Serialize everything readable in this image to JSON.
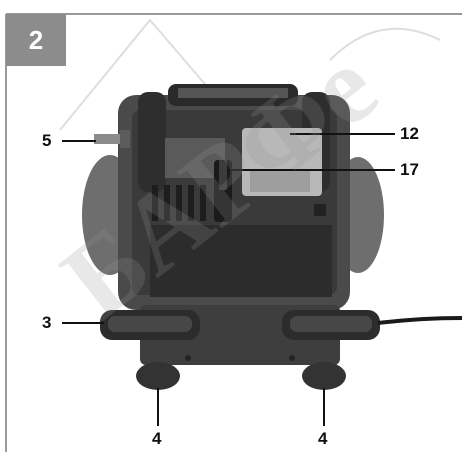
{
  "figure": {
    "number": "2"
  },
  "callouts": [
    {
      "id": "5",
      "label": "5"
    },
    {
      "id": "12",
      "label": "12"
    },
    {
      "id": "17",
      "label": "17"
    },
    {
      "id": "3",
      "label": "3"
    },
    {
      "id": "4a",
      "label": "4"
    },
    {
      "id": "4b",
      "label": "4"
    }
  ],
  "watermark": {
    "text": "БАРФе"
  },
  "colors": {
    "badge": "#8c8c8c",
    "frame": "#9a9a9a",
    "body": "#555555",
    "tank": "#6f6f6f"
  }
}
